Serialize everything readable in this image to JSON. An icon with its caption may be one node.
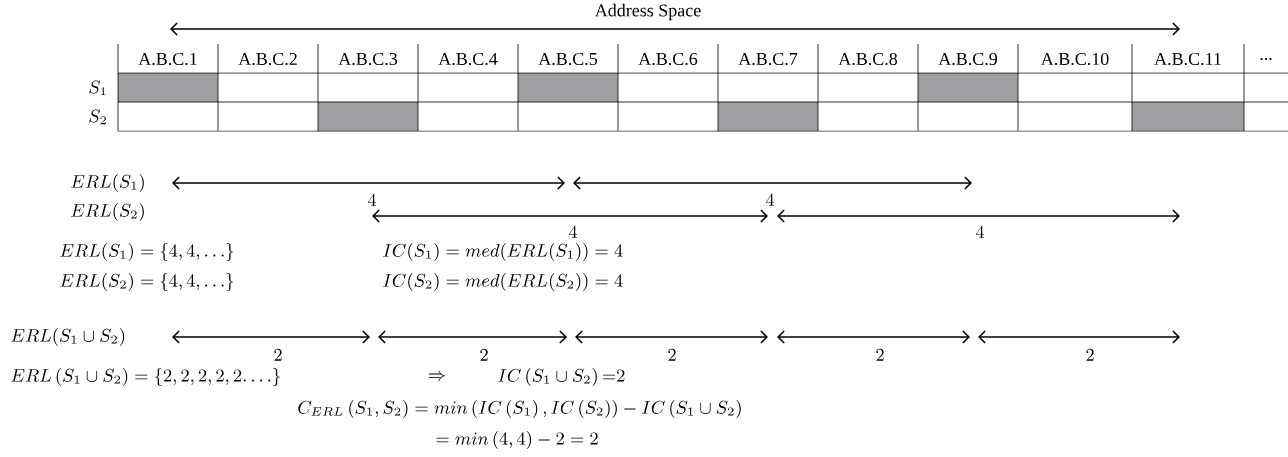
{
  "diagram": {
    "labels": [
      "Address Space",
      "A.B.C.1",
      "A.B.C.2",
      "A.B.C.3",
      "A.B.C.4",
      "A.B.C.5",
      "A.B.C.6",
      "A.B.C.7",
      "A.B.C.8",
      "A.B.C.9",
      "A.B.C.10",
      "A.B.C.11",
      "...",
      "S_1",
      "S_2",
      "ERL(S_1)",
      "ERL(S_2)",
      "4",
      "4",
      "4",
      "4",
      "ERL(S_1) = \\{4, 4, \\ldots\\}",
      "IC(S_1) = med(ERL(S_1)) = 4",
      "ERL(S_2) = \\{4, 4, \\ldots\\}",
      "IC(S_2) = med(ERL(S_2)) = 4",
      "ERL(S_1 \\cup S_2)",
      "2",
      "2",
      "2",
      "2",
      "2",
      "ERL\\left(S_1 \\cup S_2\\right) = \\{2, 2, 2, 2, 2.\\ldots\\}",
      "\\Rightarrow",
      "IC\\left(S_1 \\cup S_2\\right){=}2",
      "C_{ERL}\\left(S_1, S_2\\right) = min\\left(IC\\left(S_1\\right), IC\\left(S_2\\right)\\right) - IC\\left(S_1 \\cup S_2\\right)",
      "= min\\left(4, 4\\right) - 2 = 2"
    ]
  }
}
